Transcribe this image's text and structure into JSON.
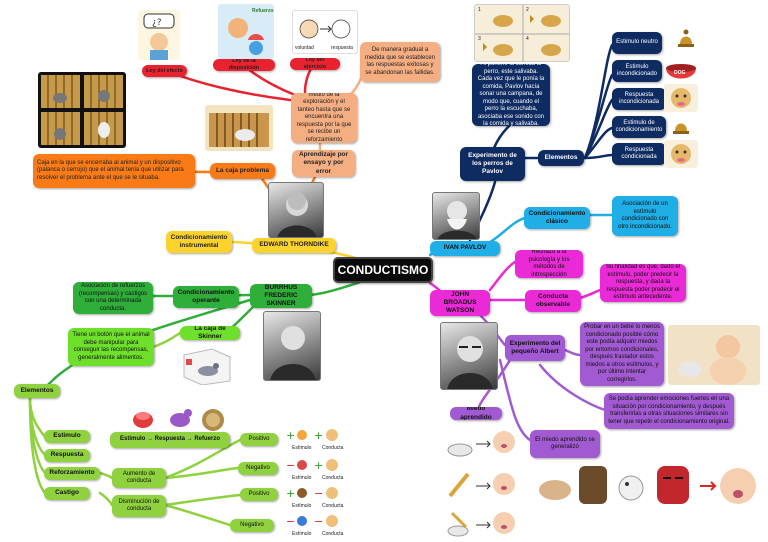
{
  "center": "CONDUCTISMO",
  "thorndike": {
    "name": "EDWARD THORNDIKE",
    "instrumental": "Condicionamiento instrumental",
    "caja_problema": "La caja problema",
    "caja_desc": "Caja en la que se encerraba al animal y un dispositivo (palanca o cerrojo) que el animal tenía que utilizar para resolver el problema ante el que se le situaba.",
    "ensayo_error": "Aprendizaje por ensayo y por error",
    "aprendizaje_desc": "Aprendizaje por medio de la exploración y el tanteo hasta que se encuentra una respuesta por la que se recibe un reforzamiento positivo",
    "gradual": "De manera gradual a medida que se establecen las respuestas exitosas y se abandonan las fallidas.",
    "ley_efecto": "Ley del efecto",
    "ley_disposicion": "Ley de la disposición",
    "ley_ejercicio": "Ley del ejercicio",
    "img_refuerzo": "Refuerzo",
    "img_voluntad": "voluntad",
    "img_respuesta": "respuesta"
  },
  "skinner": {
    "name": "BURRHUS FREDERIC SKINNER",
    "operante": "Condicionamiento operante",
    "asociacion": "Asociación de refuerzos (recompensas) y castigos con una determinada conducta.",
    "caja": "La caja de Skinner",
    "caja_desc": "Tiene un botón que el animal debe manipular para conseguir las recompensas, generalmente alimentos.",
    "elementos": "Elementos",
    "items": [
      "Estimulo",
      "Respuesta",
      "Reforzamiento",
      "Castigo"
    ],
    "cadena": "Estimulo → Respuesta → Refuerzo",
    "aumento": "Aumento de conducta",
    "disminucion": "Disminución de conducta",
    "positivo": "Positivo",
    "negativo": "Negativo",
    "mini_estimulo": "Estímulo",
    "mini_conducta": "Conducta"
  },
  "pavlov": {
    "name": "IVAN PAVLOV",
    "experimento": "Experimento de los perros de Pavlov",
    "experimento_desc": "Al ponerle la comida al perro, este salivaba. Cada vez que le ponía la comida, Pavlov hacía sonar una campana, de modo que, cuando el perro la escuchaba, asociaba ese sonido con la comida y salivaba.",
    "elementos": "Elementos",
    "items": [
      "Estimulo neutro",
      "Estimulo incondicionado",
      "Respuesta incondicionada",
      "Estimulo de condicionamiento",
      "Respuesta condicionada"
    ],
    "clasico": "Condicionamiento clásico",
    "clasico_desc": "Asociación de un estímulo condicionado con otro incondicionado.",
    "img_dog": "DOG",
    "panels": [
      "1",
      "2",
      "3",
      "4"
    ]
  },
  "watson": {
    "name": "JOHN BROADUS WATSON",
    "rechazo": "Rechazó a la psicología y los métodos de introspección",
    "observable": "Conducta observable",
    "observable_desc": "Su finalidad es que, dado el estímulo, poder predecir la respuesta, y dada la respuesta poder predecir el estímulo antecedente.",
    "albert": "Experimento del pequeño Albert",
    "albert_desc": "Probar en un bebé lo menos condicionado posible cómo este podía adquirir miedos por entornos condicionales, después traslador estos miedos a otros estímulos, y por último intentar corregirlos.",
    "transfer": "Se podía aprender emociones fuertes en una situación por condicionamiento, y después transferirlas a otras situaciones similares sin tener que repetir el condicionamiento original.",
    "miedo": "Miedo aprendido",
    "miedo_desc": "El miedo aprendido se generalizó"
  },
  "colors": {
    "orange": "#f97b17",
    "yellow": "#fcd22c",
    "peach": "#f5ae82",
    "red": "#e8222e",
    "navy": "#0e2b62",
    "blue": "#1faee6",
    "magenta": "#ea2ad7",
    "purple": "#a25ad2",
    "green": "#2fae3a",
    "lightgreen": "#8fd13f",
    "center": "#0a0a0a"
  }
}
